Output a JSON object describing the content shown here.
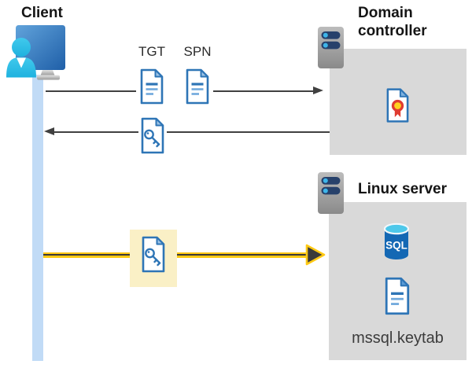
{
  "colors": {
    "document_blue": "#2E75B6",
    "document_line_light": "#6FA8DC",
    "document_fold_blue": "#9DC3E6",
    "panel_gray": "#D9D9D9",
    "arrow_gray": "#404040",
    "arrow_yellow": "#FFC913",
    "arrow_yellow_dark_core": "#3A3A3A",
    "highlight_yellow": "#FAF0C6",
    "timeline_bar_blue": "#C1DBF6",
    "server_slot_navy": "#27416B",
    "server_led_blue": "#3EB5E9",
    "person_cyan": "#32C0E9",
    "monitor_blue_light": "#61A3DB",
    "monitor_blue_dark": "#1F5FA8",
    "sql_body_blue": "#1468B4",
    "sql_top_cyan": "#4EC8EA",
    "certificate_red": "#E03C31",
    "certificate_gold": "#FFD21E"
  },
  "client": {
    "label": "Client",
    "icon": "client-workstation-user-icon"
  },
  "kerberos_exchange": {
    "tgt_label": "TGT",
    "spn_label": "SPN",
    "tgt_icon": "document-icon",
    "spn_icon": "document-icon",
    "returned_ticket_icon": "key-document-icon"
  },
  "domain_controller": {
    "label": "Domain controller",
    "server_icon": "server-icon",
    "certificate_icon": "certificate-icon"
  },
  "linux_server": {
    "label": "Linux server",
    "server_icon": "server-icon",
    "sql_icon": "sql-database-icon",
    "sql_icon_label": "SQL",
    "keytab_icon": "document-icon",
    "keytab_label": "mssql.keytab"
  },
  "highlighted_flow": {
    "key_icon": "key-document-icon"
  }
}
